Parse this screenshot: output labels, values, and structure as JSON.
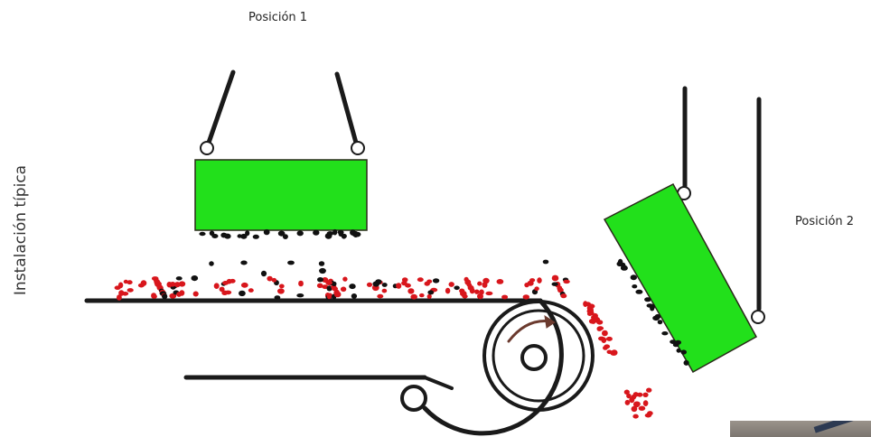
{
  "labels": {
    "position_1": "Posición 1",
    "position_2": "Posición 2",
    "side_title": "Instalación típica"
  },
  "colors": {
    "magnet": "#22e01b",
    "outline": "#1a1a1a",
    "ferrous_particle": "#111111",
    "non_ferrous_particle": "#d8161c",
    "rotation_arrow": "#6b3a2e"
  },
  "icons": {
    "drum": "pulley-icon",
    "rotation": "curved-arrow-icon"
  }
}
